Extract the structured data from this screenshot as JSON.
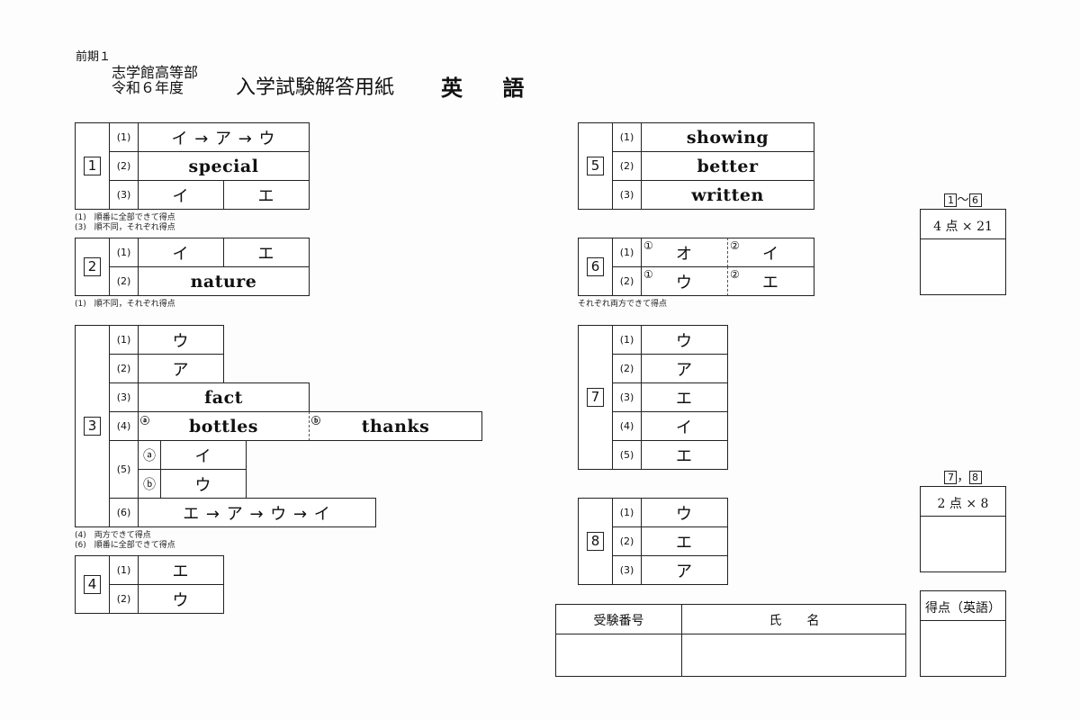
{
  "header": {
    "term": "前期１",
    "school": "志学館高等部",
    "year": "令和６年度",
    "title": "入学試験解答用紙",
    "subject": "英 語"
  },
  "q1": {
    "num": "1",
    "r1": {
      "label": "(1)",
      "ans": "イ → ア → ウ"
    },
    "r2": {
      "label": "(2)",
      "ans": "special"
    },
    "r3": {
      "label": "(3)",
      "a": "イ",
      "b": "エ"
    },
    "note1": "(1)　順番に全部できて得点",
    "note2": "(3)　順不同，それぞれ得点"
  },
  "q2": {
    "num": "2",
    "r1": {
      "label": "(1)",
      "a": "イ",
      "b": "エ"
    },
    "r2": {
      "label": "(2)",
      "ans": "nature"
    },
    "note": "(1)　順不同，それぞれ得点"
  },
  "q3": {
    "num": "3",
    "r1": {
      "label": "(1)",
      "ans": "ウ"
    },
    "r2": {
      "label": "(2)",
      "ans": "ア"
    },
    "r3": {
      "label": "(3)",
      "ans": "fact"
    },
    "r4": {
      "label": "(4)",
      "mark_a": "ⓐ",
      "a": "bottles",
      "mark_b": "ⓑ",
      "b": "thanks"
    },
    "r5": {
      "label": "(5)",
      "mark_a": "ⓐ",
      "a": "イ",
      "mark_b": "ⓑ",
      "b": "ウ"
    },
    "r6": {
      "label": "(6)",
      "ans": "エ → ア → ウ → イ"
    },
    "note1": "(4)　両方できて得点",
    "note2": "(6)　順番に全部できて得点"
  },
  "q4": {
    "num": "4",
    "r1": {
      "label": "(1)",
      "ans": "エ"
    },
    "r2": {
      "label": "(2)",
      "ans": "ウ"
    }
  },
  "q5": {
    "num": "5",
    "r1": {
      "label": "(1)",
      "ans": "showing"
    },
    "r2": {
      "label": "(2)",
      "ans": "better"
    },
    "r3": {
      "label": "(3)",
      "ans": "written"
    }
  },
  "q6": {
    "num": "6",
    "r1": {
      "label": "(1)",
      "mark_a": "①",
      "a": "オ",
      "mark_b": "②",
      "b": "イ"
    },
    "r2": {
      "label": "(2)",
      "mark_a": "①",
      "a": "ウ",
      "mark_b": "②",
      "b": "エ"
    },
    "note": "それぞれ両方できて得点"
  },
  "q7": {
    "num": "7",
    "rows": [
      {
        "label": "(1)",
        "ans": "ウ"
      },
      {
        "label": "(2)",
        "ans": "ア"
      },
      {
        "label": "(3)",
        "ans": "エ"
      },
      {
        "label": "(4)",
        "ans": "イ"
      },
      {
        "label": "(5)",
        "ans": "エ"
      }
    ]
  },
  "q8": {
    "num": "8",
    "rows": [
      {
        "label": "(1)",
        "ans": "ウ"
      },
      {
        "label": "(2)",
        "ans": "エ"
      },
      {
        "label": "(3)",
        "ans": "ア"
      }
    ]
  },
  "score": {
    "box1": {
      "from": "1",
      "sep": "〜",
      "to": "6",
      "points": "4 点 × 21"
    },
    "box2": {
      "from": "7",
      "sep": "，",
      "to": "8",
      "points": "2 点 × 8"
    },
    "total": "得点（英語）"
  },
  "id_table": {
    "exam_number": "受験番号",
    "name": "氏　　名"
  }
}
